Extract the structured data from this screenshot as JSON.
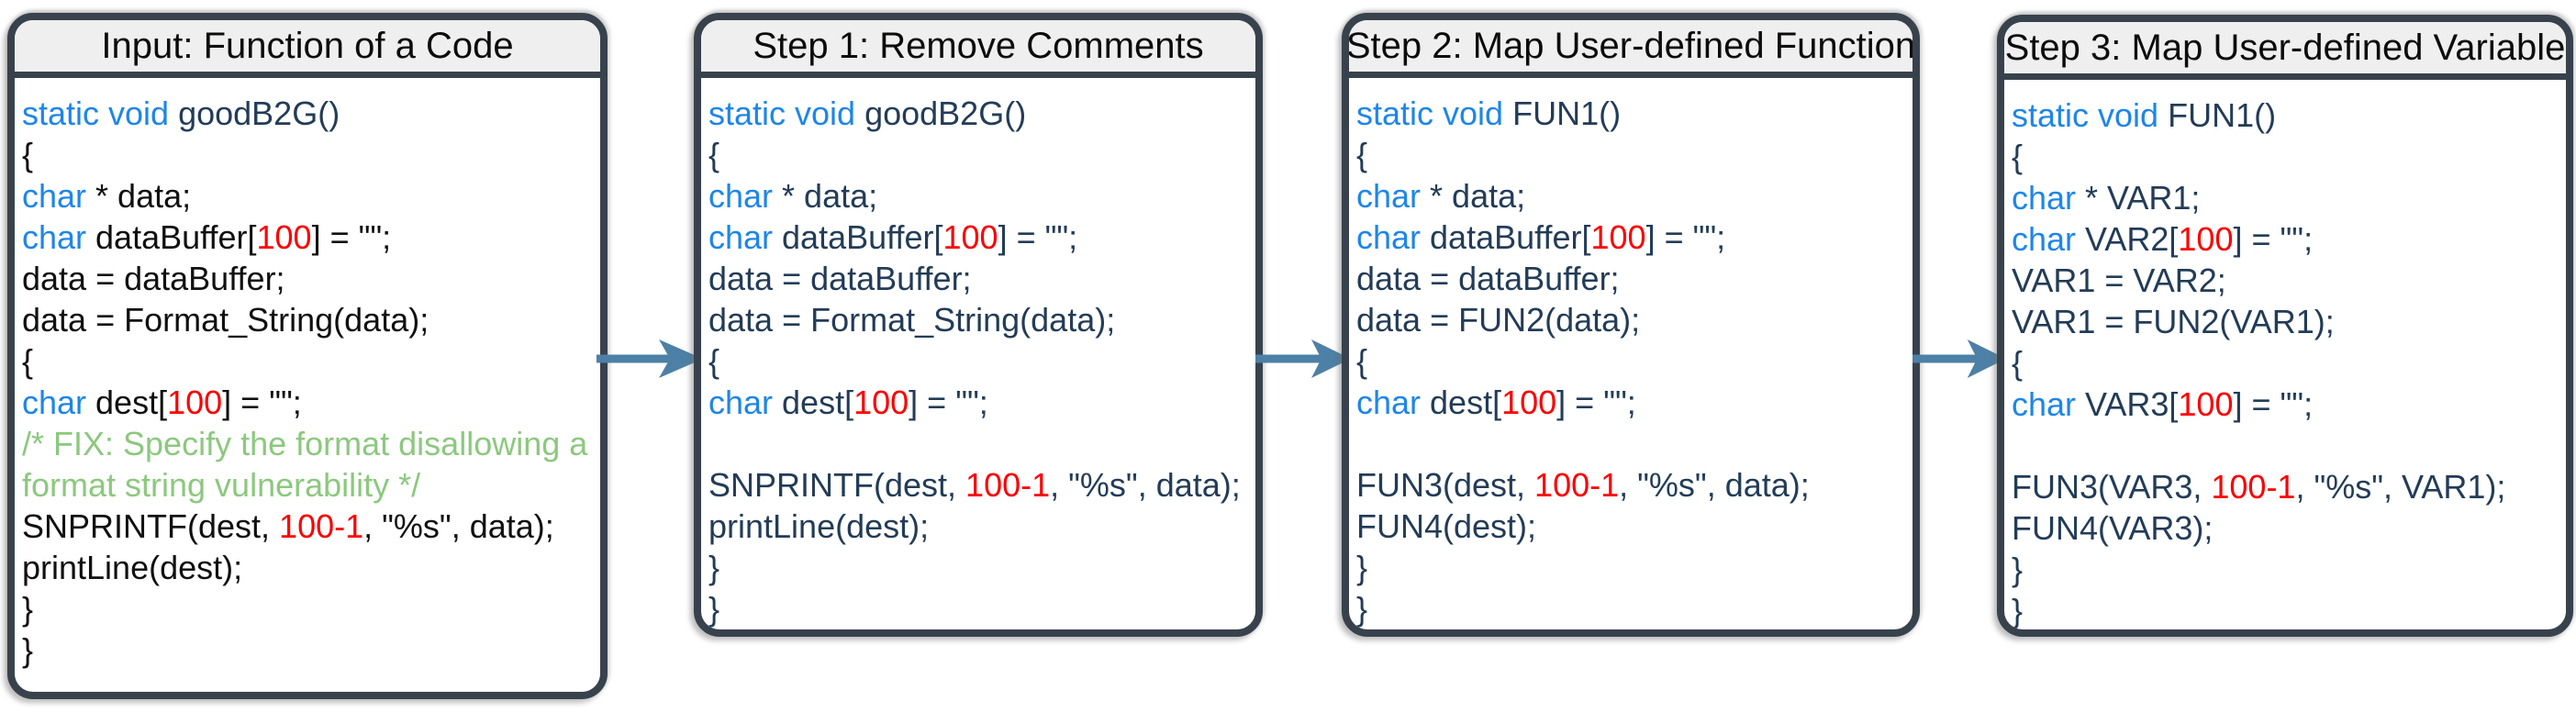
{
  "colors": {
    "keyword_blue": "#1E86E8",
    "number_red": "#FB0000",
    "comment_green": "#8CC87E",
    "code_navy": "#233C57",
    "code_black": "#101010",
    "panel_border": "#38424D",
    "header_gray": "#EFEFEF",
    "arrow_steel_blue": "#4D80A6"
  },
  "arrows": [
    {
      "icon": "arrow-right-icon"
    },
    {
      "icon": "arrow-right-icon"
    },
    {
      "icon": "arrow-right-icon"
    }
  ],
  "panels": [
    {
      "name": "panel-input",
      "title": "Input: Function of a Code",
      "lines": [
        [
          [
            "k",
            "static void "
          ],
          [
            "n",
            "goodB2G()"
          ]
        ],
        [
          [
            "b",
            "{"
          ]
        ],
        [
          [
            "k",
            "char"
          ],
          [
            "b",
            " * data;"
          ]
        ],
        [
          [
            "k",
            "char"
          ],
          [
            "b",
            " dataBuffer["
          ],
          [
            "r",
            "100"
          ],
          [
            "b",
            "] = \"\";"
          ]
        ],
        [
          [
            "b",
            "data = dataBuffer;"
          ]
        ],
        [
          [
            "b",
            "data = Format_String(data);"
          ]
        ],
        [
          [
            "b",
            "{"
          ]
        ],
        [
          [
            "k",
            "char"
          ],
          [
            "b",
            " dest["
          ],
          [
            "r",
            "100"
          ],
          [
            "b",
            "] = \"\";"
          ]
        ],
        [
          [
            "g",
            "/* FIX: Specify the format disallowing a"
          ]
        ],
        [
          [
            "g",
            "format string vulnerability */"
          ]
        ],
        [
          [
            "b",
            "SNPRINTF(dest, "
          ],
          [
            "r",
            "100-1"
          ],
          [
            "b",
            ", \"%s\", data);"
          ]
        ],
        [
          [
            "b",
            "printLine(dest);"
          ]
        ],
        [
          [
            "b",
            "}"
          ]
        ],
        [
          [
            "b",
            "}"
          ]
        ]
      ]
    },
    {
      "name": "panel-step-1",
      "title": "Step 1: Remove Comments",
      "lines": [
        [
          [
            "k",
            "static void "
          ],
          [
            "n",
            "goodB2G()"
          ]
        ],
        [
          [
            "n",
            "{"
          ]
        ],
        [
          [
            "k",
            "char"
          ],
          [
            "n",
            " * data;"
          ]
        ],
        [
          [
            "k",
            "char"
          ],
          [
            "n",
            " dataBuffer["
          ],
          [
            "r",
            "100"
          ],
          [
            "n",
            "] = \"\";"
          ]
        ],
        [
          [
            "n",
            "data = dataBuffer;"
          ]
        ],
        [
          [
            "n",
            "data = Format_String(data);"
          ]
        ],
        [
          [
            "n",
            "{"
          ]
        ],
        [
          [
            "k",
            "char"
          ],
          [
            "n",
            " dest["
          ],
          [
            "r",
            "100"
          ],
          [
            "n",
            "] = \"\";"
          ]
        ],
        [],
        [
          [
            "n",
            "SNPRINTF(dest, "
          ],
          [
            "r",
            "100-1"
          ],
          [
            "n",
            ", \"%s\", data);"
          ]
        ],
        [
          [
            "n",
            "printLine(dest);"
          ]
        ],
        [
          [
            "n",
            "}"
          ]
        ],
        [
          [
            "n",
            "}"
          ]
        ]
      ]
    },
    {
      "name": "panel-step-2",
      "title": "Step 2: Map User-defined Function",
      "lines": [
        [
          [
            "k",
            "static void "
          ],
          [
            "n",
            "FUN1()"
          ]
        ],
        [
          [
            "n",
            "{"
          ]
        ],
        [
          [
            "k",
            "char"
          ],
          [
            "n",
            " * data;"
          ]
        ],
        [
          [
            "k",
            "char"
          ],
          [
            "n",
            " dataBuffer["
          ],
          [
            "r",
            "100"
          ],
          [
            "n",
            "] = \"\";"
          ]
        ],
        [
          [
            "n",
            "data = dataBuffer;"
          ]
        ],
        [
          [
            "n",
            "data = FUN2(data);"
          ]
        ],
        [
          [
            "n",
            "{"
          ]
        ],
        [
          [
            "k",
            "char"
          ],
          [
            "n",
            " dest["
          ],
          [
            "r",
            "100"
          ],
          [
            "n",
            "] = \"\";"
          ]
        ],
        [],
        [
          [
            "n",
            "FUN3(dest, "
          ],
          [
            "r",
            "100-1"
          ],
          [
            "n",
            ", \"%s\", data);"
          ]
        ],
        [
          [
            "n",
            "FUN4(dest);"
          ]
        ],
        [
          [
            "n",
            "}"
          ]
        ],
        [
          [
            "n",
            "}"
          ]
        ]
      ]
    },
    {
      "name": "panel-step-3",
      "title": "Step 3: Map User-defined Variable",
      "lines": [
        [
          [
            "k",
            "static void "
          ],
          [
            "n",
            "FUN1()"
          ]
        ],
        [
          [
            "n",
            "{"
          ]
        ],
        [
          [
            "k",
            "char"
          ],
          [
            "n",
            " * VAR1;"
          ]
        ],
        [
          [
            "k",
            "char"
          ],
          [
            "n",
            " VAR2["
          ],
          [
            "r",
            "100"
          ],
          [
            "n",
            "] = \"\";"
          ]
        ],
        [
          [
            "n",
            "VAR1 = VAR2;"
          ]
        ],
        [
          [
            "n",
            "VAR1 = FUN2(VAR1);"
          ]
        ],
        [
          [
            "n",
            "{"
          ]
        ],
        [
          [
            "k",
            "char"
          ],
          [
            "n",
            " VAR3["
          ],
          [
            "r",
            "100"
          ],
          [
            "n",
            "] = \"\";"
          ]
        ],
        [],
        [
          [
            "n",
            "FUN3(VAR3, "
          ],
          [
            "r",
            "100-1"
          ],
          [
            "n",
            ", \"%s\", VAR1);"
          ]
        ],
        [
          [
            "n",
            "FUN4(VAR3);"
          ]
        ],
        [
          [
            "n",
            "}"
          ]
        ],
        [
          [
            "n",
            "}"
          ]
        ]
      ]
    }
  ]
}
